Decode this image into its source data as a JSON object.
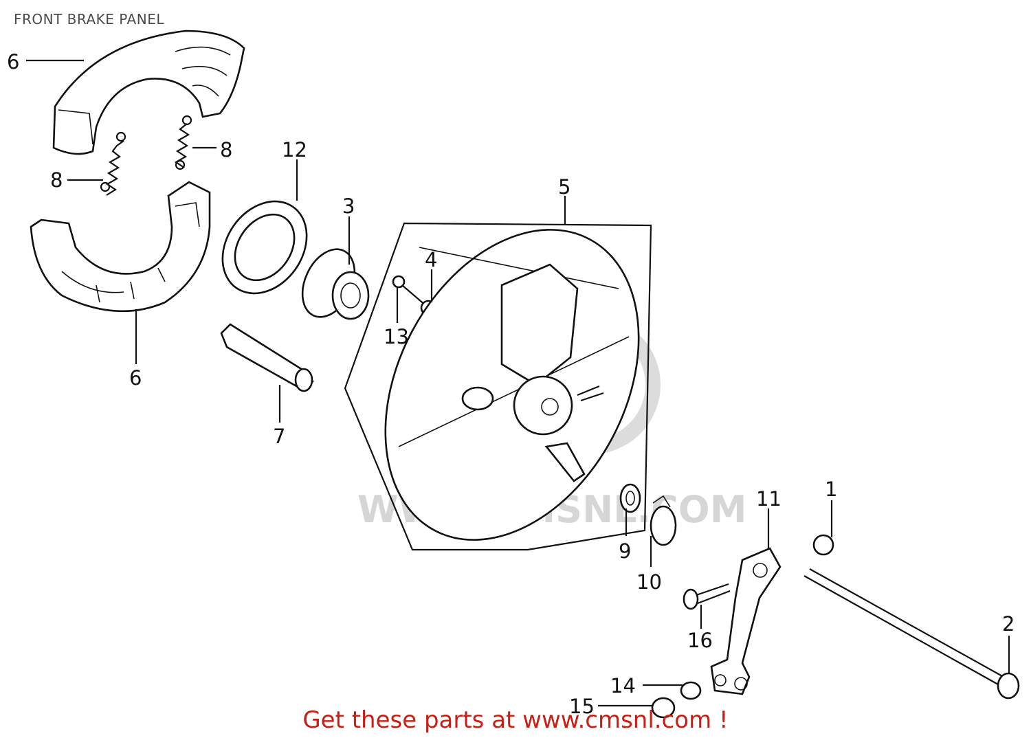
{
  "title": "FRONT BRAKE PANEL",
  "footer": "Get these parts at www.cmsnl.com !",
  "watermark": "WWW.CMSNL.COM",
  "colors": {
    "footer": "#c81e14",
    "title": "#4a4a4a",
    "watermark": "#d6d6d6"
  },
  "callouts": {
    "c1": "1",
    "c2": "2",
    "c3": "3",
    "c4": "4",
    "c5": "5",
    "c6a": "6",
    "c6b": "6",
    "c7": "7",
    "c8a": "8",
    "c8b": "8",
    "c9": "9",
    "c10": "10",
    "c11": "11",
    "c12": "12",
    "c13": "13",
    "c14": "14",
    "c15": "15",
    "c16": "16"
  }
}
